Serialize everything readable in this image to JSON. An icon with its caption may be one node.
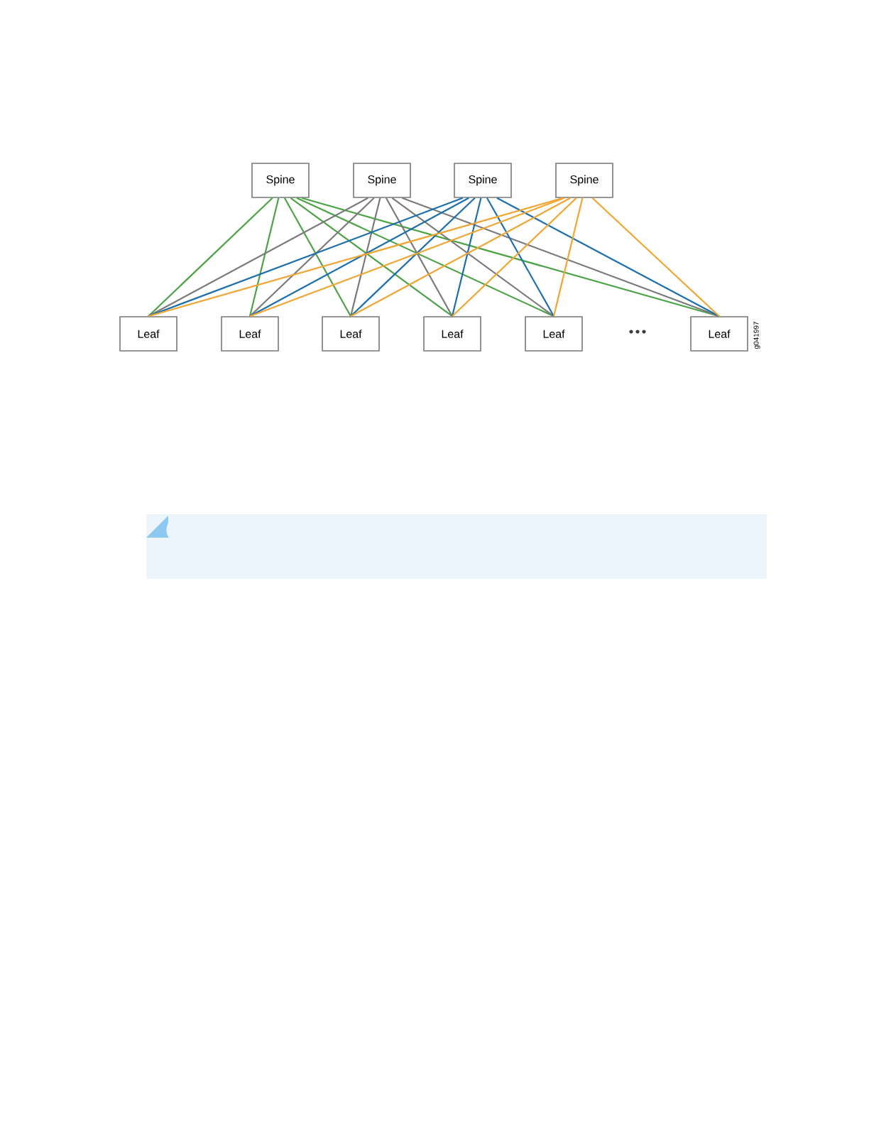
{
  "diagram": {
    "nodes": [
      {
        "text": [
          "Spine"
        ]
      },
      {
        "text": [
          "Spine"
        ]
      },
      {
        "text": [
          "Spine"
        ]
      },
      {
        "text": [
          "Spine"
        ]
      },
      {
        "text": [
          "Leaf"
        ]
      },
      {
        "text": [
          "Leaf"
        ]
      },
      {
        "text": [
          "Leaf"
        ]
      },
      {
        "text": [
          "Leaf"
        ]
      },
      {
        "text": [
          "Leaf"
        ]
      },
      {
        "text": [
          "Leaf"
        ]
      }
    ],
    "edges": [
      {
        "from": 0,
        "to": 4,
        "arrow": "none",
        "color": "#4ba345"
      },
      {
        "from": 0,
        "to": 5,
        "arrow": "none",
        "color": "#4ba345"
      },
      {
        "from": 0,
        "to": 6,
        "arrow": "none",
        "color": "#4ba345"
      },
      {
        "from": 0,
        "to": 7,
        "arrow": "none",
        "color": "#4ba345"
      },
      {
        "from": 0,
        "to": 8,
        "arrow": "none",
        "color": "#4ba345"
      },
      {
        "from": 0,
        "to": 9,
        "arrow": "none",
        "color": "#4ba345"
      },
      {
        "from": 1,
        "to": 4,
        "arrow": "none",
        "color": "#7a7a7a"
      },
      {
        "from": 1,
        "to": 5,
        "arrow": "none",
        "color": "#7a7a7a"
      },
      {
        "from": 1,
        "to": 6,
        "arrow": "none",
        "color": "#7a7a7a"
      },
      {
        "from": 1,
        "to": 7,
        "arrow": "none",
        "color": "#7a7a7a"
      },
      {
        "from": 1,
        "to": 8,
        "arrow": "none",
        "color": "#7a7a7a"
      },
      {
        "from": 1,
        "to": 9,
        "arrow": "none",
        "color": "#7a7a7a"
      },
      {
        "from": 2,
        "to": 4,
        "arrow": "none",
        "color": "#1b6fae"
      },
      {
        "from": 2,
        "to": 5,
        "arrow": "none",
        "color": "#1b6fae"
      },
      {
        "from": 2,
        "to": 6,
        "arrow": "none",
        "color": "#1b6fae"
      },
      {
        "from": 2,
        "to": 7,
        "arrow": "none",
        "color": "#1b6fae"
      },
      {
        "from": 2,
        "to": 8,
        "arrow": "none",
        "color": "#1b6fae"
      },
      {
        "from": 2,
        "to": 9,
        "arrow": "none",
        "color": "#1b6fae"
      },
      {
        "from": 3,
        "to": 4,
        "arrow": "none",
        "color": "#f2a431"
      },
      {
        "from": 3,
        "to": 5,
        "arrow": "none",
        "color": "#f2a431"
      },
      {
        "from": 3,
        "to": 6,
        "arrow": "none",
        "color": "#f2a431"
      },
      {
        "from": 3,
        "to": 7,
        "arrow": "none",
        "color": "#f2a431"
      },
      {
        "from": 3,
        "to": 8,
        "arrow": "none",
        "color": "#f2a431"
      },
      {
        "from": 3,
        "to": 9,
        "arrow": "none",
        "color": "#f2a431"
      }
    ],
    "labels": [
      "g041997"
    ]
  }
}
